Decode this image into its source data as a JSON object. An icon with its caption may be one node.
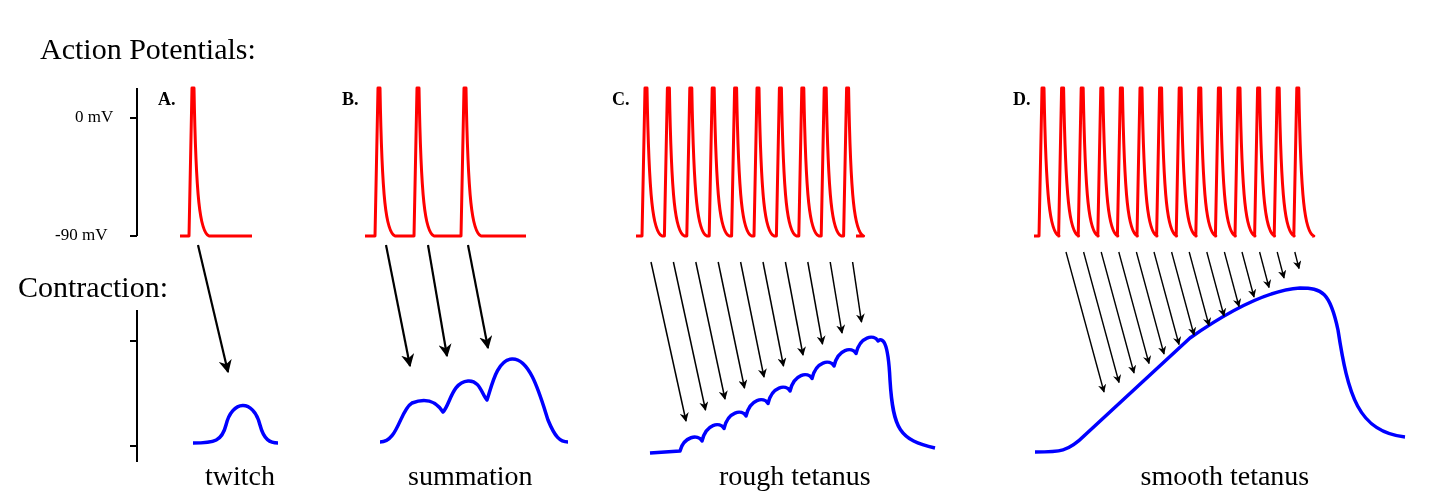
{
  "diagram": {
    "nodes": [
      {
        "text": [],
        "shape": "picture",
        "beside": [
          "A."
        ]
      },
      {
        "text": [],
        "shape": "picture",
        "beside": [
          "B."
        ]
      },
      {
        "text": [],
        "shape": "picture",
        "beside": [
          "C."
        ]
      },
      {
        "text": [],
        "shape": "picture",
        "beside": [
          "D."
        ]
      },
      {
        "text": [],
        "shape": "picture",
        "beside": [
          "twitch"
        ]
      },
      {
        "text": [],
        "shape": "picture",
        "beside": [
          "summation"
        ]
      },
      {
        "text": [],
        "shape": "picture",
        "beside": [
          "rough tetanus"
        ]
      },
      {
        "text": [],
        "shape": "picture",
        "beside": [
          "smooth tetanus"
        ]
      }
    ],
    "edges": [
      {
        "from": 0,
        "to": 4,
        "arrow": "to"
      },
      {
        "from": 1,
        "to": 5,
        "arrow": "to"
      },
      {
        "from": 1,
        "to": 5,
        "arrow": "to"
      },
      {
        "from": 1,
        "to": 5,
        "arrow": "to"
      },
      {
        "from": 2,
        "to": 6,
        "arrow": "to"
      },
      {
        "from": 2,
        "to": 6,
        "arrow": "to"
      },
      {
        "from": 2,
        "to": 6,
        "arrow": "to"
      },
      {
        "from": 2,
        "to": 6,
        "arrow": "to"
      },
      {
        "from": 2,
        "to": 6,
        "arrow": "to"
      },
      {
        "from": 2,
        "to": 6,
        "arrow": "to"
      },
      {
        "from": 2,
        "to": 6,
        "arrow": "to"
      },
      {
        "from": 2,
        "to": 6,
        "arrow": "to"
      },
      {
        "from": 2,
        "to": 6,
        "arrow": "to"
      },
      {
        "from": 2,
        "to": 6,
        "arrow": "to"
      },
      {
        "from": 3,
        "to": 7,
        "arrow": "to"
      },
      {
        "from": 3,
        "to": 7,
        "arrow": "to"
      },
      {
        "from": 3,
        "to": 7,
        "arrow": "to"
      },
      {
        "from": 3,
        "to": 7,
        "arrow": "to"
      },
      {
        "from": 3,
        "to": 7,
        "arrow": "to"
      },
      {
        "from": 3,
        "to": 7,
        "arrow": "to"
      },
      {
        "from": 3,
        "to": 7,
        "arrow": "to"
      },
      {
        "from": 3,
        "to": 7,
        "arrow": "to"
      },
      {
        "from": 3,
        "to": 7,
        "arrow": "to"
      },
      {
        "from": 3,
        "to": 7,
        "arrow": "to"
      },
      {
        "from": 3,
        "to": 7,
        "arrow": "to"
      },
      {
        "from": 3,
        "to": 7,
        "arrow": "to"
      },
      {
        "from": 3,
        "to": 7,
        "arrow": "to"
      },
      {
        "from": 3,
        "to": 7,
        "arrow": "to"
      }
    ],
    "labels": [
      "Action Potentials:",
      "0 mV",
      "-90 mV",
      "Contraction:"
    ]
  }
}
